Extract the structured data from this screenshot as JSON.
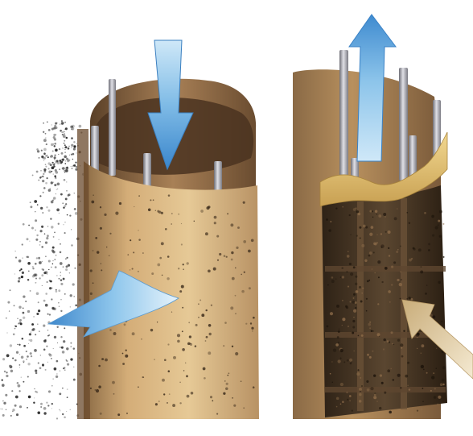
{
  "illustration": {
    "panels": [
      {
        "id": "left",
        "subject": "loose-porous-filter-tube",
        "arrows": [
          "inflow-down",
          "outflow-left"
        ]
      },
      {
        "id": "right",
        "subject": "dense-filter-cartridge-cutaway",
        "arrows": [
          "outflow-up",
          "inflow-side"
        ]
      }
    ],
    "colors": {
      "background": "#ffffff",
      "tube_sand": "#d8b27a",
      "tube_shadow": "#7a5a3a",
      "core_dark": "#3a2a1c",
      "wrap_band": "#e8c878",
      "rod_metal": "#a8a8b0",
      "arrow_blue": "#4f9ad8",
      "arrow_light": "#bfe0f6",
      "arrow_beige": "#e6d2a8",
      "particles": "#2a2a2a"
    }
  }
}
